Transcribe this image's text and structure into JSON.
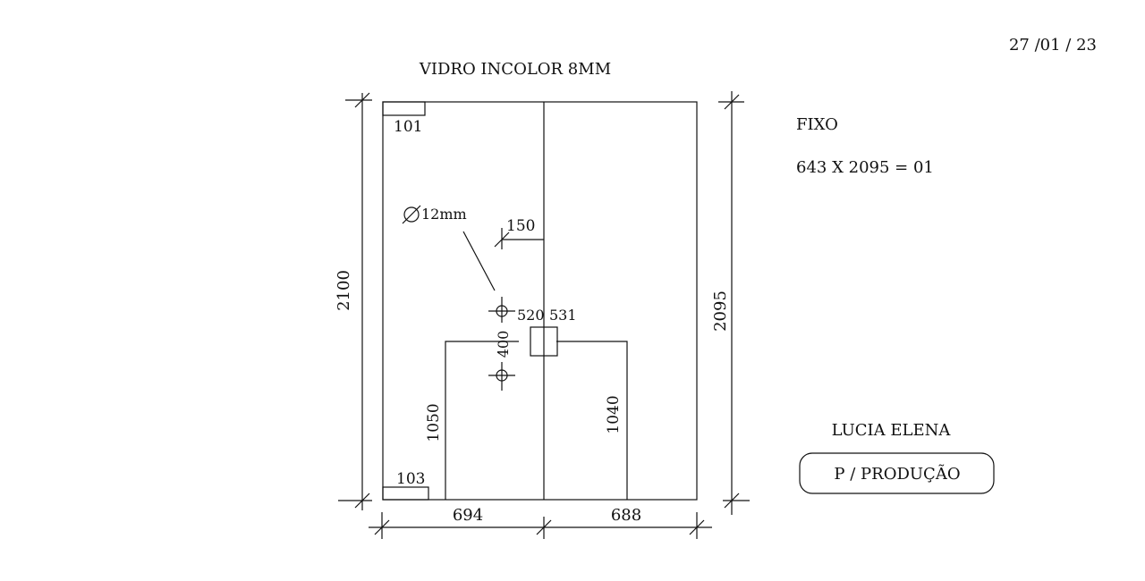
{
  "date": "27 /01 / 23",
  "title": "VIDRO INCOLOR 8MM",
  "info": {
    "type": "FIXO",
    "spec": "643 X 2095 = 01",
    "client": "LUCIA ELENA",
    "status_badge": "P / PRODUÇÃO"
  },
  "dimensions": {
    "left_height": "2100",
    "right_height": "2095",
    "bottom_left_width": "694",
    "bottom_right_width": "688",
    "corner_top": "101",
    "corner_bottom": "103",
    "hole_offset": "150",
    "hole_spacing": "400",
    "hole_label": "12mm",
    "lock_left": "520",
    "lock_right": "531",
    "left_cut_height": "1050",
    "right_cut_height": "1040"
  }
}
